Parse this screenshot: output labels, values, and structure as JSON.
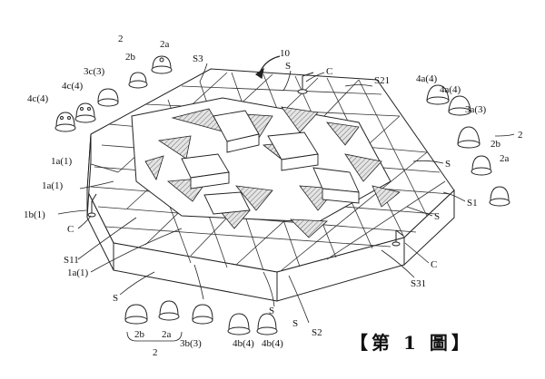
{
  "figure_caption": "【第 1 圖】",
  "labels": {
    "ref_10": "10",
    "s_top": "S",
    "c_top": "C",
    "s3": "S3",
    "s21": "S21",
    "s_right_upper": "S",
    "s1": "S1",
    "s_right_mid": "S",
    "c_right": "C",
    "s31": "S31",
    "s2": "S2",
    "s_bottom1": "S",
    "s_bottom2": "S",
    "s_left_bottom": "S",
    "s11": "S11",
    "c_left": "C",
    "l1a_a": "1a(1)",
    "l1a_b": "1a(1)",
    "l1b": "1b(1)",
    "l1a_c": "1a(1)",
    "p2_top": "2",
    "p2b_top": "2b",
    "p2a_top": "2a",
    "p3c": "3c(3)",
    "p4c_a": "4c(4)",
    "p4c_b": "4c(4)",
    "p4a_a": "4a(4)",
    "p4a_b": "4a(4)",
    "p3a": "3a(3)",
    "p2_right": "2",
    "p2b_right": "2b",
    "p2a_right": "2a",
    "p2b_bottom": "2b",
    "p2a_bottom": "2a",
    "p2_bottom": "2",
    "p3b": "3b(3)",
    "p4b_a": "4b(4)",
    "p4b_b": "4b(4)"
  }
}
